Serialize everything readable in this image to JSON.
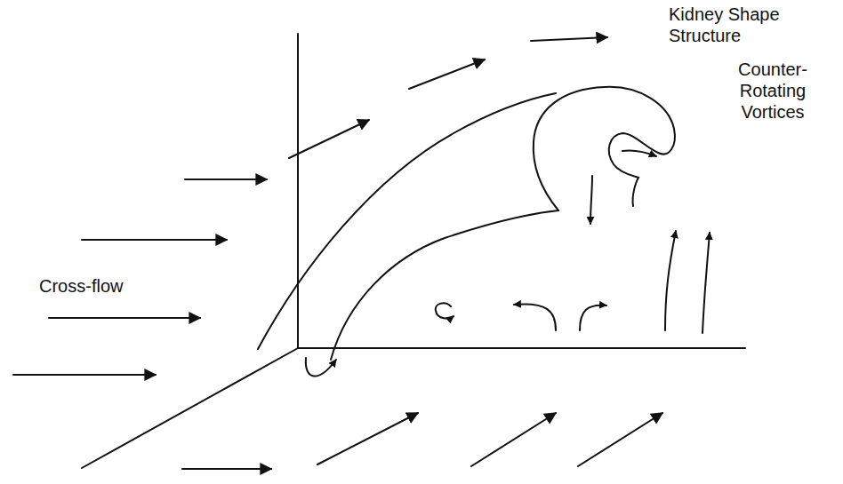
{
  "diagram": {
    "labels": [
      "Kidney Shape Structure",
      "Counter-Rotating Vortices",
      "Cross-flow"
    ]
  }
}
